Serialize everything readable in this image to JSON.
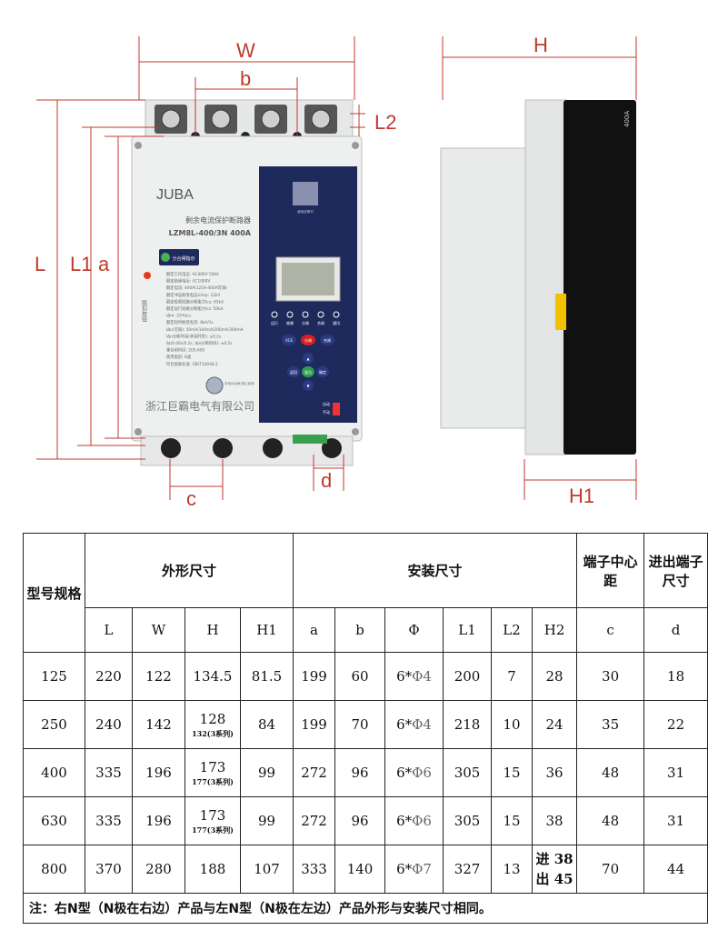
{
  "dimension_labels": {
    "W": "W",
    "b": "b",
    "L2": "L2",
    "L": "L",
    "L1": "L1",
    "a": "a",
    "c": "c",
    "d": "d",
    "H": "H",
    "H1": "H1"
  },
  "device": {
    "brand": "JUBA",
    "product_name": "剩余电流保护断路器",
    "model": "LZM8L-400/3N 400A",
    "indicator": "分合闸指示",
    "trip_button": "脱扣按钮",
    "manufacturer": "浙江巨霸电气有限公司",
    "qr_caption": "使用说明书",
    "spec_lines": [
      "额定工作电压: AC400V 50Hz",
      "额定绝缘电压: AC1000V",
      "额定电流: 400A(125A-400A可调)",
      "额定冲击耐受电压Uimp: 12kV",
      "额定极限短路分断能力Icu: 65kA",
      "额定运行短路分断能力Ics: 50kA",
      "IΔm: 25%Icu",
      "额定短时耐受电流: 8kA/1s",
      "IΔn(可调): 50mA/100mA/200mA/300mA",
      "IΔn分断时间(非延时型): ≤0.2s",
      "Δt(0.06s/0.2s, IΔn分断时间): ≤0.5s",
      "重合闸时间: 20S-60S",
      "使用类别: B类",
      "符合国家标准: GB/T14048.2"
    ],
    "knob_label": "手动分合闸 禁止反转",
    "status_leds": [
      "运行",
      "故障",
      "分闸",
      "合闸",
      "通讯"
    ],
    "keys": {
      "vce": "VCE",
      "open": "分闸",
      "close": "合闸",
      "back": "返回",
      "reset": "复位",
      "confirm": "确定"
    },
    "switch_labels": [
      "自动",
      "手动"
    ],
    "side_label": "400A"
  },
  "table": {
    "group_headers": {
      "model": "型号规格",
      "outline": "外形尺寸",
      "mounting": "安装尺寸",
      "terminal_center": "端子中心距",
      "terminal_size": "进出端子尺寸"
    },
    "columns": [
      "L",
      "W",
      "H",
      "H1",
      "a",
      "b",
      "Φ",
      "L1",
      "L2",
      "H2",
      "c",
      "d"
    ],
    "rows": [
      {
        "model": "125",
        "L": "220",
        "W": "122",
        "H": "134.5",
        "H_sub": "",
        "H1": "81.5",
        "a": "199",
        "b": "60",
        "phi_n": "6*",
        "phi": "Φ4",
        "L1": "200",
        "L2": "7",
        "H2": "28",
        "H2_sub": "",
        "c": "30",
        "d": "18"
      },
      {
        "model": "250",
        "L": "240",
        "W": "142",
        "H": "128",
        "H_sub": "132(3系列)",
        "H1": "84",
        "a": "199",
        "b": "70",
        "phi_n": "6*",
        "phi": "Φ4",
        "L1": "218",
        "L2": "10",
        "H2": "24",
        "H2_sub": "",
        "c": "35",
        "d": "22"
      },
      {
        "model": "400",
        "L": "335",
        "W": "196",
        "H": "173",
        "H_sub": "177(3系列)",
        "H1": "99",
        "a": "272",
        "b": "96",
        "phi_n": "6*",
        "phi": "Φ6",
        "L1": "305",
        "L2": "15",
        "H2": "36",
        "H2_sub": "",
        "c": "48",
        "d": "31"
      },
      {
        "model": "630",
        "L": "335",
        "W": "196",
        "H": "173",
        "H_sub": "177(3系列)",
        "H1": "99",
        "a": "272",
        "b": "96",
        "phi_n": "6*",
        "phi": "Φ6",
        "L1": "305",
        "L2": "15",
        "H2": "38",
        "H2_sub": "",
        "c": "48",
        "d": "31"
      },
      {
        "model": "800",
        "L": "370",
        "W": "280",
        "H": "188",
        "H_sub": "",
        "H1": "107",
        "a": "333",
        "b": "140",
        "phi_n": "6*",
        "phi": "Φ7",
        "L1": "327",
        "L2": "13",
        "H2": "进 38",
        "H2_sub": "出 45",
        "c": "70",
        "d": "44"
      }
    ],
    "note": "注：右N型（N极在右边）产品与左N型（N极在左边）产品外形与安装尺寸相同。"
  },
  "colors": {
    "dimension": "#c0392b",
    "panel": "#1f2a5c",
    "body": "#eef0f0",
    "side_black": "#111111"
  }
}
